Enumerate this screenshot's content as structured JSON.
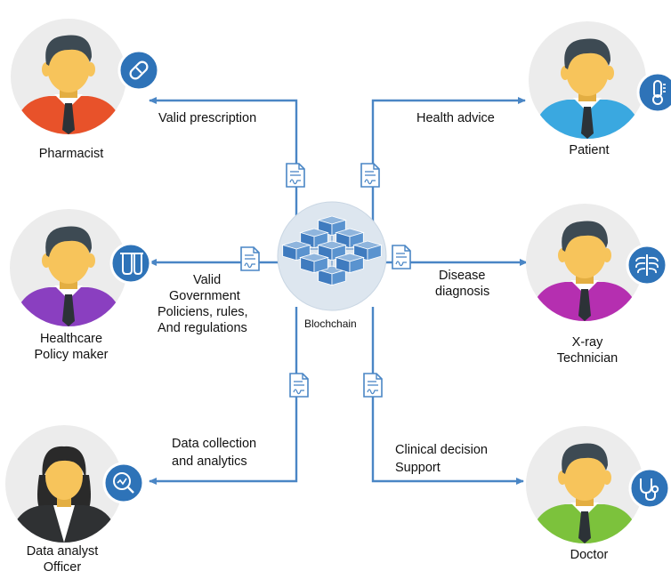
{
  "center": {
    "label": "Blochchain"
  },
  "roles": {
    "pharmacist": "Pharmacist",
    "patient": "Patient",
    "policy_line1": "Healthcare",
    "policy_line2": "Policy maker",
    "xray_line1": "X-ray",
    "xray_line2": "Technician",
    "analyst_line1": "Data analyst",
    "analyst_line2": "Officer",
    "doctor": "Doctor"
  },
  "flows": {
    "valid_prescription": "Valid prescription",
    "health_advice": "Health advice",
    "valid": "Valid",
    "government": "Government",
    "policiens_rules": "Policiens, rules,",
    "and_regulations": "And regulations",
    "disease": "Disease",
    "diagnosis": "diagnosis",
    "data_collection": "Data collection",
    "and_analytics": "and analytics",
    "clinical_decision": "Clinical decision",
    "support": "Support"
  },
  "colors": {
    "line": "#4a86c5",
    "badge": "#2e73b8",
    "skin": "#f7c45b",
    "hair": "#3d4a53",
    "avatar_bg": "#ececec",
    "pharmacist_shirt": "#e8522a",
    "patient_shirt": "#3aa8e0",
    "policy_shirt": "#8a3fc0",
    "xray_shirt": "#b52fb0",
    "analyst_shirt": "#2f3133",
    "doctor_shirt": "#7cc23c"
  },
  "icons": {
    "pharmacist": "pill-icon",
    "patient": "thermometer-icon",
    "policy": "lab-flask-icon",
    "xray": "ribcage-icon",
    "analyst": "magnifier-chart-icon",
    "doctor": "stethoscope-icon"
  }
}
